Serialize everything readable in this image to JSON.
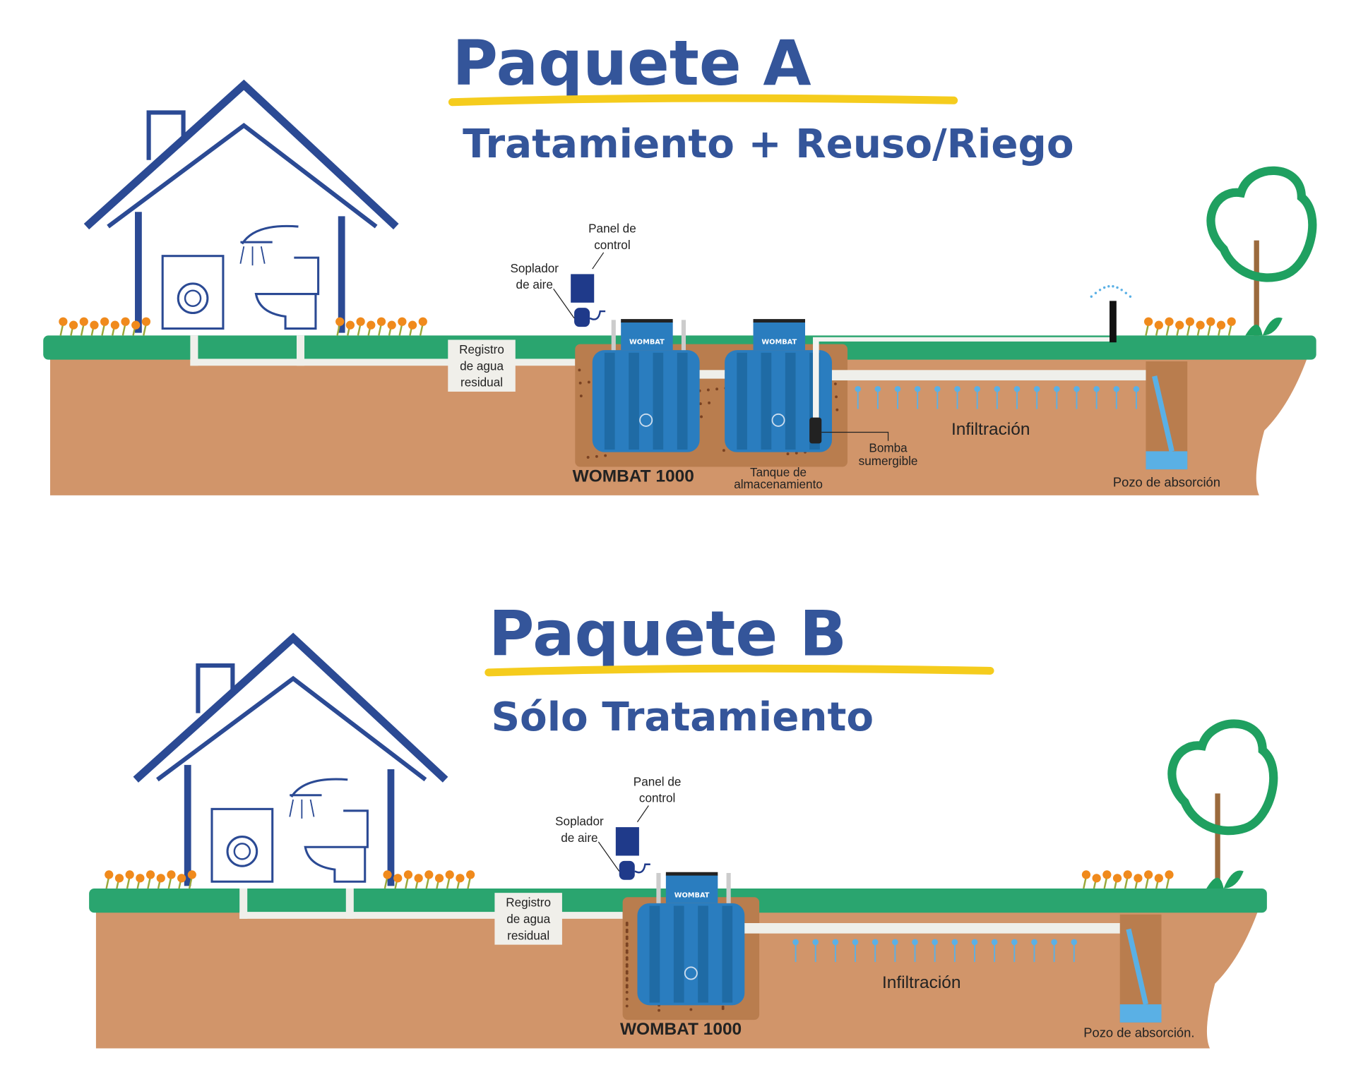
{
  "colors": {
    "title_blue": "#34559a",
    "house_blue": "#2b4a94",
    "grass": "#2aa56f",
    "soil": "#d1956a",
    "pit": "#b97d4e",
    "tank": "#2a7dbf",
    "water": "#5ab0e5",
    "accent_yellow": "#f5cc1d",
    "flower": "#f08a1c"
  },
  "packages": [
    {
      "title": "Paquete A",
      "subtitle": "Tratamiento + Reuso/Riego",
      "labels": {
        "panel_1": "Panel de",
        "panel_2": "control",
        "blower_1": "Soplador",
        "blower_2": "de aire",
        "registro_1": "Registro",
        "registro_2": "de agua",
        "registro_3": "residual",
        "tank_name": "WOMBAT 1000",
        "tank_logo": "WOMBAT",
        "storage_1": "Tanque de",
        "storage_2": "almacenamiento",
        "pump_1": "Bomba",
        "pump_2": "sumergible",
        "infiltration": "Infiltración",
        "well": "Pozo de absorción"
      }
    },
    {
      "title": "Paquete B",
      "subtitle": "Sólo Tratamiento",
      "labels": {
        "panel_1": "Panel de",
        "panel_2": "control",
        "blower_1": "Soplador",
        "blower_2": "de aire",
        "registro_1": "Registro",
        "registro_2": "de agua",
        "registro_3": "residual",
        "tank_name": "WOMBAT 1000",
        "tank_logo": "WOMBAT",
        "infiltration": "Infiltración",
        "well": "Pozo de absorción."
      }
    }
  ]
}
